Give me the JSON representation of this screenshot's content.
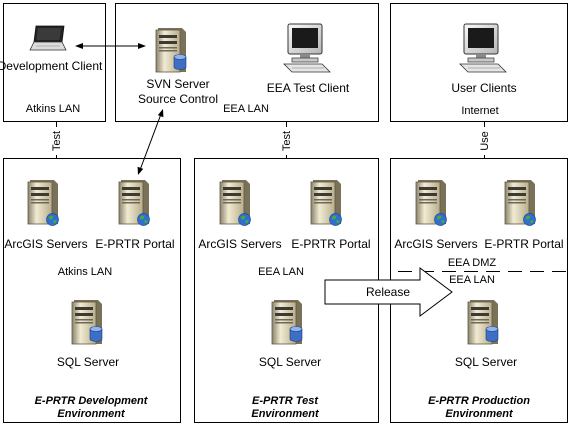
{
  "top": {
    "atkins": {
      "device": "Development Client",
      "network": "Atkins LAN"
    },
    "eea": {
      "svn_line1": "SVN Server",
      "svn_line2": "Source Control",
      "test_client": "EEA Test Client",
      "network": "EEA LAN"
    },
    "users": {
      "device": "User Clients",
      "network": "Internet"
    }
  },
  "connectors": {
    "dev": "Test",
    "test": "Test",
    "prod": "Use"
  },
  "environments": {
    "dev": {
      "arcgis": "ArcGIS Servers",
      "portal": "E-PRTR Portal",
      "network": "Atkins LAN",
      "sql": "SQL Server",
      "title_line1": "E-PRTR Development",
      "title_line2": "Environment"
    },
    "test": {
      "arcgis": "ArcGIS Servers",
      "portal": "E-PRTR Portal",
      "network": "EEA LAN",
      "sql": "SQL Server",
      "title_line1": "E-PRTR Test",
      "title_line2": "Environment"
    },
    "prod": {
      "arcgis": "ArcGIS Servers",
      "portal": "E-PRTR Portal",
      "dmz": "EEA DMZ",
      "lan": "EEA LAN",
      "sql": "SQL Server",
      "title_line1": "E-PRTR Production",
      "title_line2": "Environment"
    }
  },
  "release_arrow": {
    "label": "Release"
  }
}
